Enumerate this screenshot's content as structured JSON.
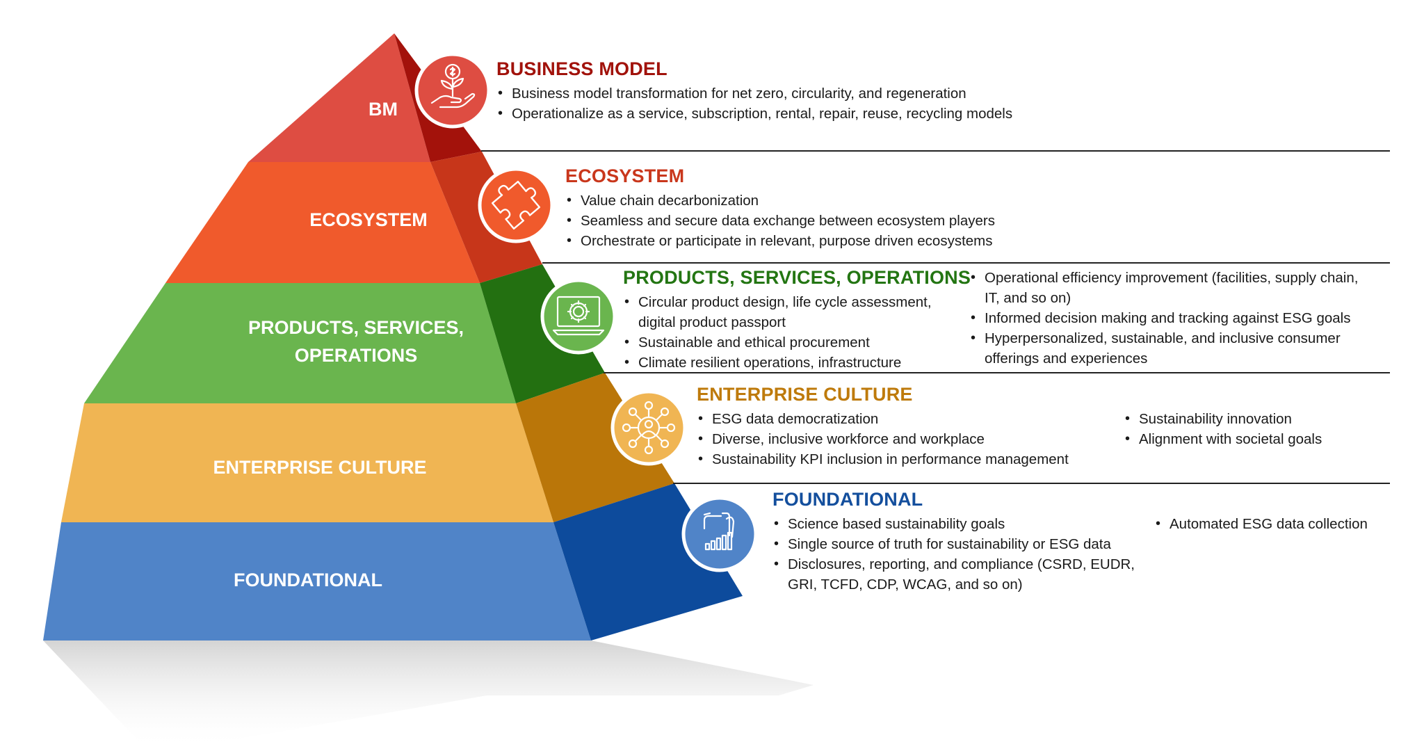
{
  "colors": {
    "bm_front": "#DE4D42",
    "bm_side": "#A3120B",
    "bm_title": "#A1120B",
    "eco_front": "#F05A2C",
    "eco_side": "#C7361A",
    "eco_title": "#C9371C",
    "pso_front": "#6AB54E",
    "pso_side": "#237011",
    "pso_title": "#237512",
    "ec_front": "#F0B553",
    "ec_side": "#BA7609",
    "ec_title": "#BE7A0B",
    "fd_front": "#5084C8",
    "fd_side": "#0D4B9C",
    "fd_title": "#144F9D"
  },
  "pyramid": {
    "tiers": [
      {
        "key": "bm",
        "label_lines": [
          "BM"
        ],
        "icon": "money-plant-hand-icon"
      },
      {
        "key": "eco",
        "label_lines": [
          "ECOSYSTEM"
        ],
        "icon": "puzzle-piece-icon"
      },
      {
        "key": "pso",
        "label_lines": [
          "PRODUCTS, SERVICES,",
          "OPERATIONS"
        ],
        "icon": "laptop-gear-icon"
      },
      {
        "key": "ec",
        "label_lines": [
          "ENTERPRISE CULTURE"
        ],
        "icon": "people-network-icon"
      },
      {
        "key": "fd",
        "label_lines": [
          "FOUNDATIONAL"
        ],
        "icon": "hand-growth-chart-icon"
      }
    ]
  },
  "sections": {
    "bm": {
      "title": "BUSINESS MODEL",
      "bullets": [
        "Business model transformation for net zero, circularity, and regeneration",
        "Operationalize as a service, subscription, rental, repair, reuse, recycling models"
      ]
    },
    "eco": {
      "title": "ECOSYSTEM",
      "bullets": [
        "Value chain decarbonization",
        "Seamless and secure data exchange between ecosystem players",
        "Orchestrate or participate in relevant, purpose driven ecosystems"
      ]
    },
    "pso": {
      "title": "PRODUCTS, SERVICES, OPERATIONS",
      "bullets": [
        "Circular product design, life cycle assessment, digital product passport",
        "Sustainable and ethical procurement",
        "Climate resilient operations, infrastructure"
      ],
      "bullets_right": [
        "Operational efficiency improvement (facilities, supply chain, IT, and so on)",
        "Informed decision making and tracking against ESG goals",
        "Hyperpersonalized, sustainable, and inclusive consumer offerings and experiences"
      ]
    },
    "ec": {
      "title": "ENTERPRISE CULTURE",
      "bullets": [
        "ESG data democratization",
        "Diverse, inclusive workforce and workplace",
        "Sustainability KPI inclusion in performance management"
      ],
      "bullets_right": [
        "Sustainability innovation",
        "Alignment with societal goals"
      ]
    },
    "fd": {
      "title": "FOUNDATIONAL",
      "bullets": [
        "Science based sustainability goals",
        "Single source of truth for sustainability or ESG data",
        "Disclosures, reporting, and compliance (CSRD, EUDR, GRI, TCFD, CDP, WCAG, and so on)"
      ],
      "bullets_right": [
        "Automated ESG data collection"
      ]
    }
  }
}
